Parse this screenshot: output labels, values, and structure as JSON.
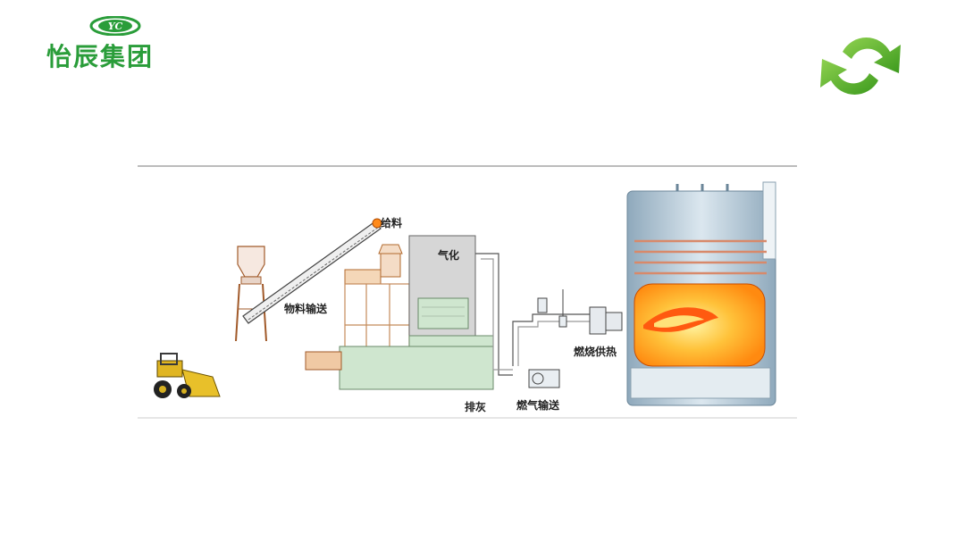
{
  "logo": {
    "mark_text": "YC",
    "company_name": "怡辰集团",
    "brand_color": "#2a9d3a"
  },
  "icons": {
    "refresh": "refresh-arrows-icon"
  },
  "diagram": {
    "labels": {
      "feed": "给料",
      "material_conveying": "物料输送",
      "gasification": "气化",
      "ash_discharge": "排灰",
      "gas_conveying": "燃气输送",
      "combustion_heating": "燃烧供热"
    },
    "colors": {
      "gasifier_body": "#cfe6cf",
      "tower": "#d3d3d3",
      "flame": "#ff9a1a",
      "boiler_shell": "#a9c1d2",
      "pipe": "#f2f2f2"
    }
  }
}
